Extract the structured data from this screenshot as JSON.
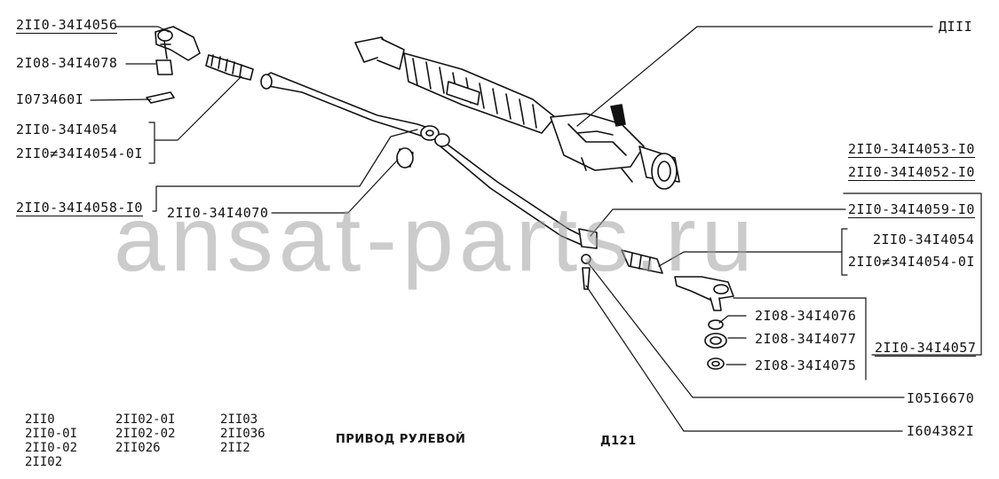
{
  "labels": {
    "p1": "2II0-34I4056",
    "p2": "2I08-34I4078",
    "p3": "I073460I",
    "p4a": "2II0-34I4054",
    "p4b": "2II0≠34I4054-0I",
    "p5": "2II0-34I4058-I0",
    "p6": "2II0-34I4070",
    "p7": "ДIII",
    "p8": "2II0-34I4053-I0",
    "p9": "2II0-34I4052-I0",
    "p10": "2II0-34I4059-I0",
    "p11a": "2II0-34I4054",
    "p11b": "2II0≠34I4054-0I",
    "p12": "2I08-34I4076",
    "p13": "2I08-34I4077",
    "p14": "2I08-34I4075",
    "p15": "2II0-34I4057",
    "p16": "I05I6670",
    "p17": "I604382I"
  },
  "models": {
    "col1": [
      "2II0",
      "2II0-0I",
      "2II0-02",
      "2II02"
    ],
    "col2": [
      "2II02-0I",
      "2II02-02",
      "2II026"
    ],
    "col3": [
      "2II03",
      "2II036",
      "2II2"
    ]
  },
  "title": "ПРИВОД РУЛЕВОЙ",
  "code": "Д121",
  "watermark": "ansat-parts.ru"
}
